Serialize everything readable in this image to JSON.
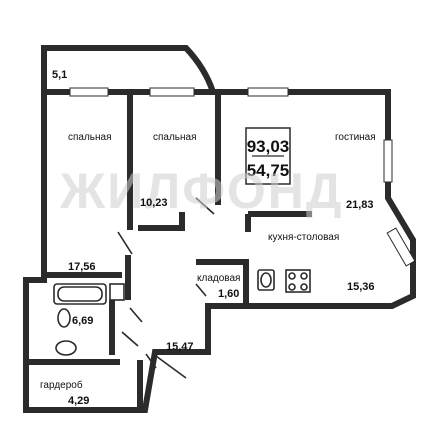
{
  "plan": {
    "total_area": "93,03",
    "living_area": "54,75",
    "watermark": "ЖИЛФОНД",
    "rooms": {
      "balcony": {
        "area": "5,1"
      },
      "bedroom1": {
        "label": "спальная"
      },
      "bedroom2": {
        "label": "спальная",
        "area": "10,23"
      },
      "living": {
        "label": "гостиная",
        "area": "21,83"
      },
      "kitchen": {
        "label": "кухня-столовая",
        "area": "15,36"
      },
      "bedroom1_area": "17,56",
      "pantry": {
        "label": "кладовая",
        "area": "1,60"
      },
      "bathroom": {
        "area": "6,69"
      },
      "hall": {
        "area": "15,47"
      },
      "wardrobe": {
        "label": "гардероб",
        "area": "4,29"
      }
    }
  }
}
